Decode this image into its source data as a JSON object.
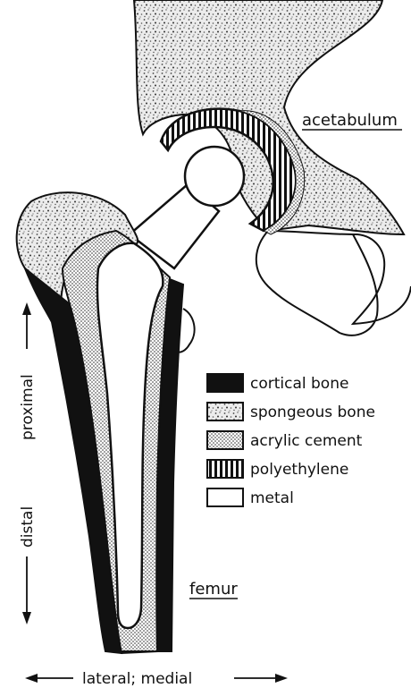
{
  "labels": {
    "acetabulum": "acetabulum",
    "femur": "femur",
    "proximal": "proximal",
    "distal": "distal",
    "lateral_medial": "lateral; medial"
  },
  "legend": [
    {
      "key": "cortical",
      "label": "cortical bone"
    },
    {
      "key": "spongeous",
      "label": "spongeous bone"
    },
    {
      "key": "cement",
      "label": "acrylic cement"
    },
    {
      "key": "poly",
      "label": "polyethylene"
    },
    {
      "key": "metal",
      "label": "metal"
    }
  ]
}
